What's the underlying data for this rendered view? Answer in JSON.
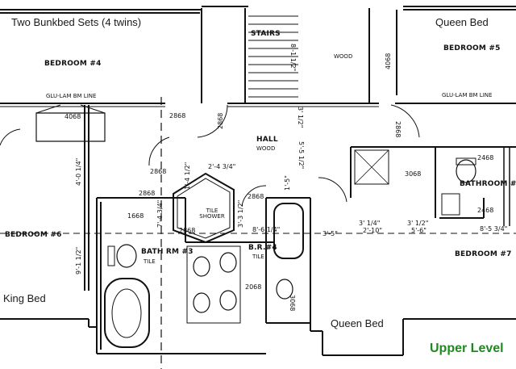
{
  "annotations": {
    "bunk_note": "Two Bunkbed Sets (4 twins)",
    "queen_top": "Queen Bed",
    "king_bed": "King Bed",
    "queen_bottom": "Queen Bed",
    "level": "Upper Level"
  },
  "rooms": {
    "bedroom4": "BEDROOM #4",
    "bedroom5": "BEDROOM #5",
    "bedroom6": "BEDROOM #6",
    "bedroom7": "BEDROOM #7",
    "stairs": "STAIRS",
    "hall": "HALL",
    "hall_floor": "WOOD",
    "stairs_floor": "WOOD",
    "bath3": "BATH RM #3",
    "bath3_floor": "TILE",
    "br4": "B.R.#4",
    "br4_floor": "TILE",
    "shower": "TILE SHOWER",
    "bathroom4": "BATHROOM #4",
    "beam_left": "GLU-LAM BM LINE",
    "beam_right": "GLU-LAM BM LINE"
  },
  "dimensions": {
    "d_4068_left": "4068",
    "d_4068_top": "4068",
    "d_2868_a": "2868",
    "d_2868_b": "2868",
    "d_2868_c": "2868",
    "d_2868_d": "2868",
    "d_2868_e": "2868",
    "d_2868_f": "2868",
    "d_2868_g": "2868",
    "d_1668": "1668",
    "d_3068": "3068",
    "d_2468_a": "2468",
    "d_2468_b": "2468",
    "d_2068": "2068",
    "d_3068v": "3068",
    "d_81_2": "8'-1 1/2\"",
    "d_55_1": "5'-5 1/2\"",
    "d_31_2": "3' 1/2\"",
    "d_40_1": "4'-0 1/4\"",
    "d_91_1": "9'-1 1/2\"",
    "d_24_3": "2'-4 3/4\"",
    "d_14_1": "1'-4 1/2\"",
    "d_74_3": "7'-4 3/4\"",
    "d_33_1": "3'-3 1/2\"",
    "d_56_1": "8'-6 1/4\"",
    "d_35": "3'-5\"",
    "d_31_4": "3' 1/4\"",
    "d_210": "2'-10\"",
    "d_31_2b": "3' 1/2\"",
    "d_56": "5'-6\"",
    "d_85_1": "8'-5 3/4\"",
    "d_15": "1'-5\""
  }
}
